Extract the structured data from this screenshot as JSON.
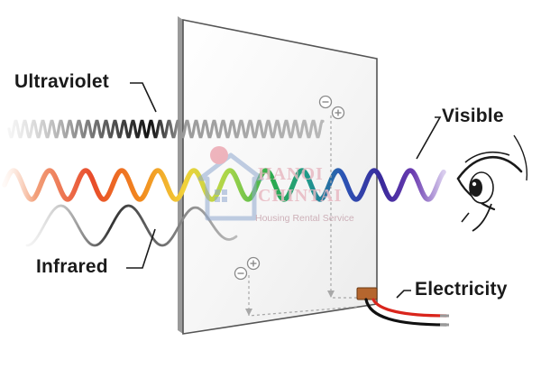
{
  "labels": {
    "ultraviolet": "Ultraviolet",
    "visible": "Visible",
    "infrared": "Infrared",
    "electricity": "Electricity"
  },
  "terminals": {
    "minus": "⊖",
    "plus": "⊕"
  },
  "watermark": {
    "line1": "HANOI",
    "line2": "CHINTAI",
    "tagline": "Housing Rental Service"
  },
  "colors": {
    "spectrum": [
      "#f2a07a",
      "#e84b2a",
      "#f28a1e",
      "#f2d23a",
      "#a7d64a",
      "#2bab4e",
      "#1f9a8a",
      "#2b55b5",
      "#3a2a9c",
      "#6a3bb0",
      "#b9a6dc"
    ],
    "wire_red": "#d9251c",
    "wire_black": "#111111",
    "connector": "#b5662e"
  }
}
